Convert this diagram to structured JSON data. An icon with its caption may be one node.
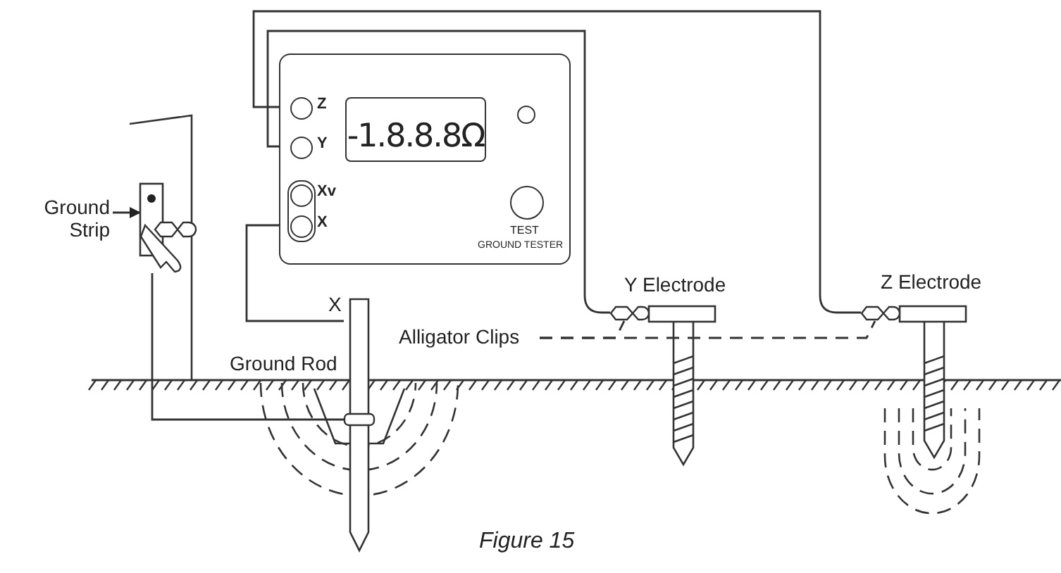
{
  "diagram": {
    "caption": "Figure 15",
    "nodes": [
      {
        "text": [
          "GROUND TESTER"
        ]
      },
      {
        "text": [
          "Z"
        ],
        "in": 0
      },
      {
        "text": [
          "Y"
        ],
        "in": 0
      },
      {
        "text": [
          "Xv"
        ],
        "in": 0
      },
      {
        "text": [
          "X"
        ],
        "in": 0
      },
      {
        "text": [
          "Ground Strip"
        ]
      },
      {
        "text": [],
        "shape": "box"
      },
      {
        "text": [],
        "shape": "bar",
        "beside": [
          "X",
          "Ground Rod"
        ]
      },
      {
        "text": [],
        "shape": "bar",
        "beside": [
          "Y Electrode"
        ]
      },
      {
        "text": [],
        "shape": "bar",
        "beside": [
          "Z Electrode"
        ]
      },
      {
        "text": [
          "Alligator Clips"
        ]
      },
      {
        "text": [],
        "shape": "clip"
      },
      {
        "text": [],
        "shape": "clip"
      },
      {
        "text": [],
        "shape": "clip"
      }
    ],
    "edges": [
      {
        "from": 5,
        "to": 6,
        "arrow": "to"
      },
      {
        "from": 4,
        "to": 7,
        "arrow": "none"
      },
      {
        "from": 2,
        "to": 12,
        "arrow": "none"
      },
      {
        "from": 1,
        "to": 13,
        "arrow": "none"
      },
      {
        "from": 11,
        "to": 7,
        "arrow": "none"
      },
      {
        "from": 10,
        "to": 12,
        "arrow": "none",
        "style": "dashed"
      },
      {
        "from": 10,
        "to": 13,
        "arrow": "none",
        "style": "dashed"
      }
    ],
    "labels": [
      "-1.8.8.8Ω",
      "TEST"
    ]
  }
}
